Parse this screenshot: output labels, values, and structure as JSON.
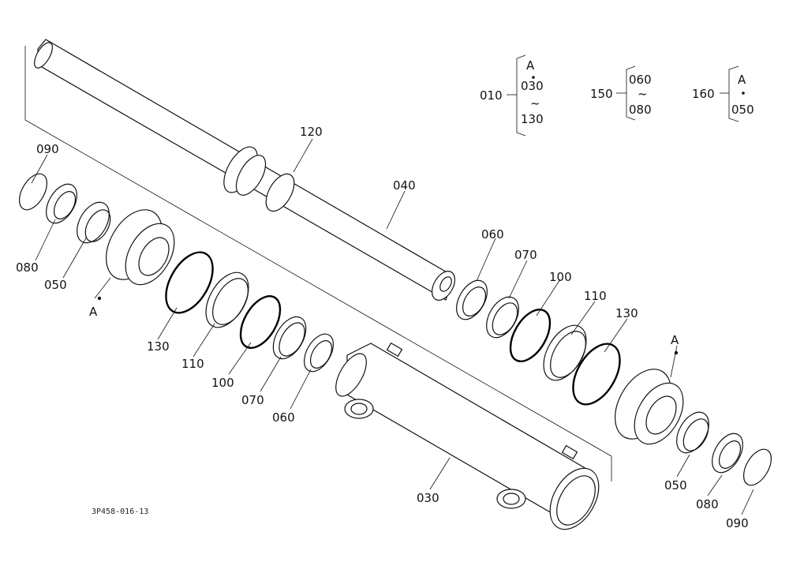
{
  "labels": {
    "p010": "010",
    "p150": "150",
    "p160": "160",
    "grp1_a": "A",
    "grp1_030": "030",
    "grp1_tilde": "~",
    "grp1_130": "130",
    "grp2_060": "060",
    "grp2_tilde": "~",
    "grp2_080": "080",
    "grp3_a": "A",
    "grp3_050": "050",
    "l120": "120",
    "l040": "040",
    "l090_left": "090",
    "l080_left": "080",
    "l050_left": "050",
    "la_left": "A",
    "l130_left": "130",
    "l110_left": "110",
    "l100_left": "100",
    "l070_left": "070",
    "l060_left": "060",
    "l030": "030",
    "l060_right": "060",
    "l070_right": "070",
    "l100_right": "100",
    "l110_right": "110",
    "l130_right": "130",
    "la_right": "A",
    "l050_right": "050",
    "l080_right": "080",
    "l090_right": "090",
    "drawing_code": "3P458-016-13"
  }
}
